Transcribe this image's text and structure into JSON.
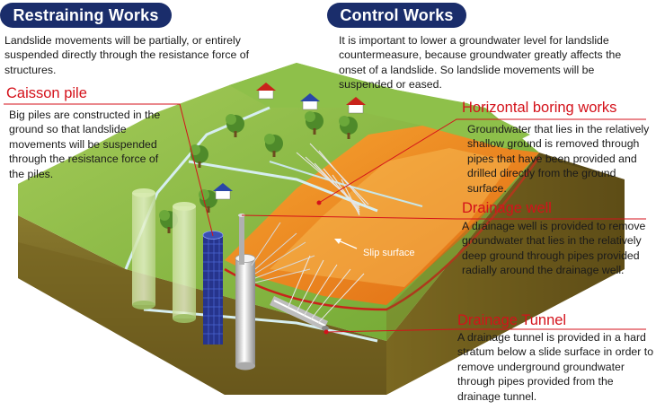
{
  "restraining": {
    "title": "Restraining Works",
    "description": "Landslide movements will be partially, or entirely suspended directly through the resistance force of structures."
  },
  "control": {
    "title": "Control Works",
    "description": "It is important to lower a groundwater level for landslide countermeasure, because groundwater greatly affects the onset of a landslide. So landslide movements will be suspended or eased."
  },
  "caisson": {
    "title": "Caisson pile",
    "description": "Big piles are constructed in the ground so that landslide movements will be suspended through the resistance force of the piles."
  },
  "horizontal_boring": {
    "title": "Horizontal boring works",
    "description": "Groundwater that lies in the relatively shallow ground is removed through pipes that have been provided and drilled directly from the ground surface."
  },
  "drainage_well": {
    "title": "Drainage well",
    "description": "A drainage well is provided to remove groundwater that lies in the relatively deep ground through pipes provided radially around the drainage well."
  },
  "drainage_tunnel": {
    "title": "Drainage Tunnel",
    "description": "A drainage tunnel is provided in a hard stratum below a slide surface in order to remove underground groundwater through pipes provided from the drainage tunnel."
  },
  "slip_surface_label": "Slip surface",
  "colors": {
    "pill": "#1a2d6b",
    "accent_red": "#d4121b",
    "grass": "#7fb43a",
    "earth": "#6b5a1e",
    "slide_mass": "#f08a1c"
  }
}
